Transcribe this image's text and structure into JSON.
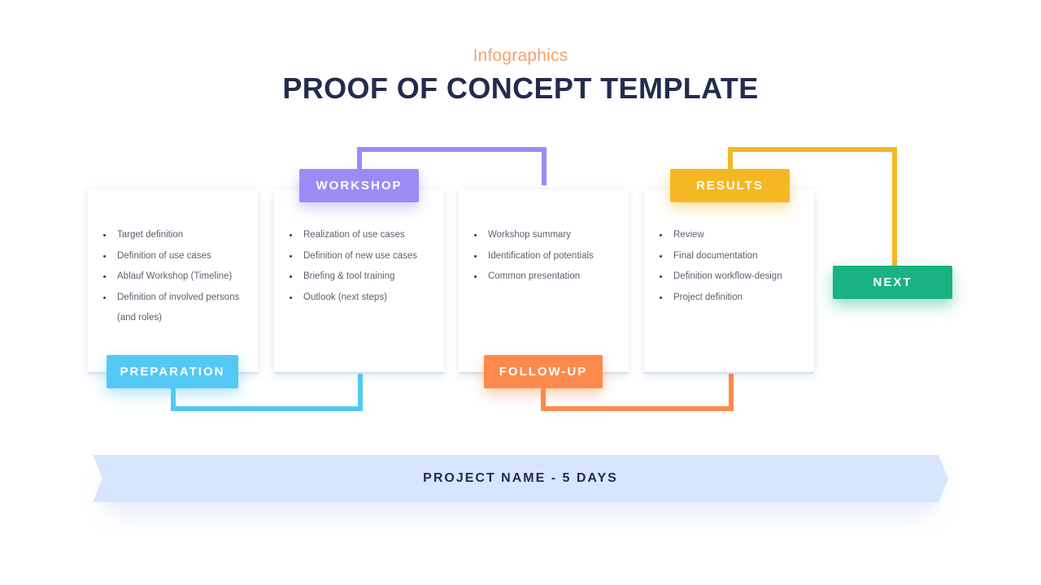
{
  "header": {
    "subtitle": "Infographics",
    "title": "PROOF OF CONCEPT TEMPLATE"
  },
  "stages": [
    {
      "label": "PREPARATION",
      "color": "#53c8f5",
      "items": [
        "Target definition",
        "Definition of use cases",
        "Ablauf Workshop (Timeline)",
        "Definition of involved persons (and roles)"
      ]
    },
    {
      "label": "WORKSHOP",
      "color": "#9b8cf4",
      "items": [
        "Realization of use cases",
        "Definition of new use cases",
        "Briefing & tool training",
        "Outlook (next steps)"
      ]
    },
    {
      "label": "FOLLOW-UP",
      "color": "#fc8a4c",
      "items": [
        "Workshop summary",
        "Identification of potentials",
        "Common presentation"
      ]
    },
    {
      "label": "RESULTS",
      "color": "#f3b824",
      "items": [
        "Review",
        "Final documentation",
        "Definition workflow-design",
        "Project definition"
      ]
    },
    {
      "label": "NEXT",
      "color": "#19b383",
      "items": []
    }
  ],
  "banner": {
    "text": "PROJECT NAME - 5 DAYS",
    "color": "#d7e6fc"
  }
}
